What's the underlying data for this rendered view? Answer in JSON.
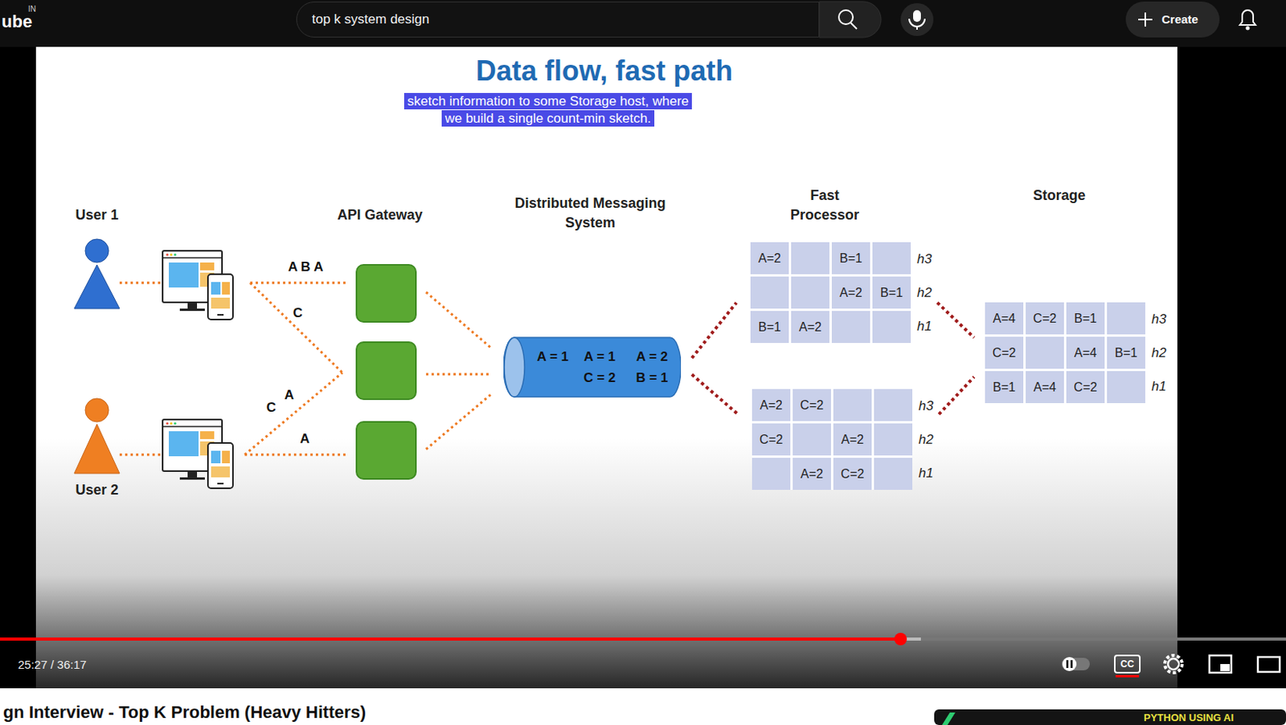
{
  "diagram": {
    "title": "Data flow, fast path",
    "nodes": [
      {
        "text": [
          "top k system design"
        ]
      },
      {
        "text": [
          "Create"
        ]
      },
      {
        "text": [
          "sketch information to some Storage host, where we build a single count-min sketch."
        ]
      },
      {
        "text": [
          "A = 1",
          "A = 1",
          "A = 2",
          "C = 2",
          "B = 1"
        ]
      },
      {
        "text": [
          "A=2",
          "B=1",
          "A=2",
          "B=1",
          "B=1",
          "A=2"
        ]
      },
      {
        "text": [
          "A=2",
          "C=2",
          "C=2",
          "A=2",
          "A=2",
          "C=2"
        ]
      },
      {
        "text": [
          "A=4",
          "C=2",
          "B=1",
          "C=2",
          "A=4",
          "B=1",
          "B=1",
          "A=4",
          "C=2"
        ]
      },
      {
        "text": [
          "CC"
        ]
      }
    ],
    "edges": [
      {
        "from": 3,
        "to": 4,
        "arrow": "none"
      },
      {
        "from": 3,
        "to": 5,
        "arrow": "none"
      },
      {
        "from": 4,
        "to": 6,
        "arrow": "none"
      },
      {
        "from": 5,
        "to": 6,
        "arrow": "none"
      }
    ],
    "labels": [
      "ube",
      "IN",
      "User 1",
      "API Gateway",
      "Distributed Messaging System",
      "Fast Processor",
      "Storage",
      "A B A",
      "C",
      "C",
      "A",
      "A",
      "User 2",
      "h3",
      "h2",
      "h1",
      "h3",
      "h2",
      "h1",
      "h3",
      "h2",
      "h1",
      "25:27 / 36:17",
      "gn Interview - Top K Problem (Heavy Hitters)",
      "PYTHON USING AI"
    ]
  }
}
